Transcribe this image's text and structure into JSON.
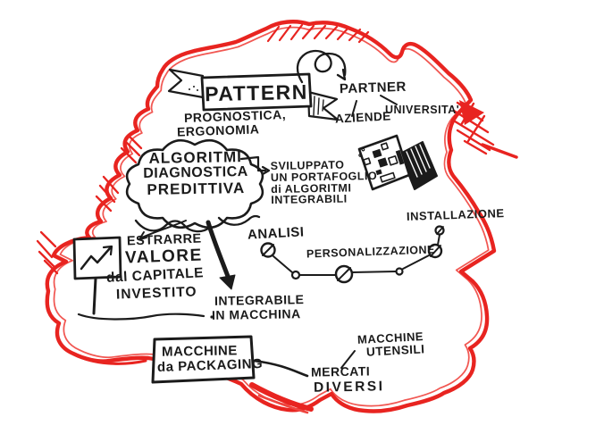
{
  "colors": {
    "ink": "#1b1b1b",
    "marker_red": "#e82420",
    "marker_red_light": "#ef453f"
  },
  "banner": {
    "title": "PATTERN"
  },
  "subtitle": {
    "line1": "PROGNOSTICA,",
    "line2": "ERGONOMIA"
  },
  "partner": {
    "label": "PARTNER",
    "aziende": "AZIENDE",
    "universita": "UNIVERSITA'"
  },
  "cloud": {
    "line1": "ALGORITMI",
    "line2": "DIAGNOSTICA",
    "line3": "PREDITTIVA"
  },
  "portfolio_note": {
    "line1": "SVILUPPATO",
    "line2": "UN PORTAFOGLIO",
    "line3": "di ALGORITMI",
    "line4": "INTEGRABILI"
  },
  "value_note": {
    "line1": "ESTRARRE",
    "line2": "VALORE",
    "line3": "dal CAPITALE",
    "line4": "INVESTITO"
  },
  "integration_note": {
    "line1": "INTEGRABILE",
    "line2": "IN MACCHINA"
  },
  "journey": {
    "analisi": "ANALISI",
    "personalizzazione": "PERSONALIZZAZIONE",
    "installazione": "INSTALLAZIONE"
  },
  "packaging_box": {
    "line1": "MACCHINE",
    "line2": "da PACKAGING"
  },
  "markets": {
    "line1": "MERCATI",
    "line2": "DIVERSI"
  },
  "machine_tools": {
    "line1": "MACCHINE",
    "line2": "UTENSILI"
  },
  "icons": {
    "red_border": "red-marker-cloud-border",
    "banner_ribbon": "ribbon-banner-icon",
    "loop_arrow": "loop-arrow-icon",
    "portfolio_document": "portfolio-document-icon",
    "cloud_bubble": "cloud-bubble-icon",
    "growth_sign": "growth-chart-sign-icon",
    "journey_path": "milestone-path-icon",
    "thick_arrow": "down-arrow-icon"
  }
}
